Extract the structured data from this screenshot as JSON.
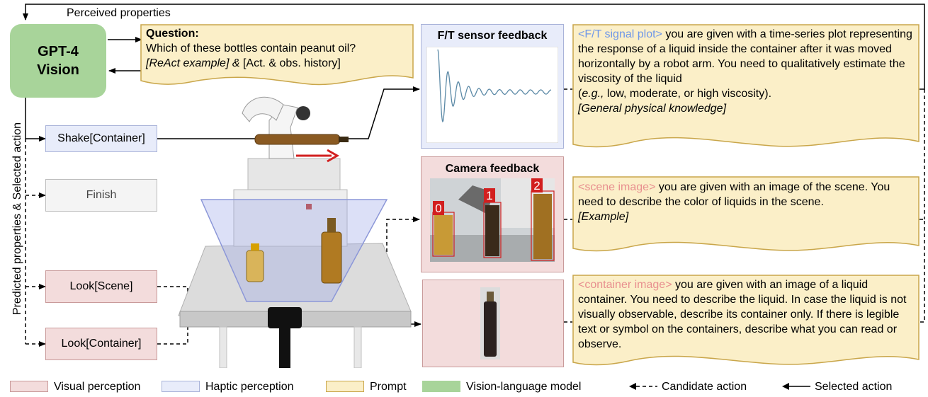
{
  "title_perceived": "Perceived properties",
  "vlm": {
    "line1": "GPT-4",
    "line2": "Vision"
  },
  "side_label": "Predicted properties & Selected action",
  "question": {
    "heading": "Question:",
    "text": "Which of these bottles contain peanut oil?",
    "example": "[ReAct example]",
    "amp": " & ",
    "history": "[Act. & obs. history]"
  },
  "actions": {
    "shake": "Shake[Container]",
    "finish": "Finish",
    "look_scene": "Look[Scene]",
    "look_container": "Look[Container]"
  },
  "panels": {
    "ft_title": "F/T sensor feedback",
    "camera_title": "Camera feedback",
    "bottle_labels": [
      "0",
      "1",
      "2"
    ]
  },
  "prompt_ft": {
    "tag": "<F/T signal plot>",
    "text": " you are given with a time-series plot representing the response of a liquid inside the container after it was moved horizontally by a robot arm. You need to qualitatively estimate the viscosity of the liquid",
    "eg": "e.g.,",
    "eg_rest": " low, moderate, or high viscosity).",
    "eg_open": "(",
    "knowledge": "[General physical knowledge]"
  },
  "prompt_scene": {
    "tag": "<scene image>",
    "text": " you are given with an image of the scene. You need to describe the color of liquids in the scene.",
    "example": "[Example]"
  },
  "prompt_container": {
    "tag": "<container image>",
    "text": " you are given with an image of a liquid container. You need to describe the liquid. In case the liquid is not visually observable, describe its container only. If there is legible text or symbol on the containers, describe what you can read or observe."
  },
  "legend": {
    "visual": "Visual perception",
    "haptic": "Haptic perception",
    "prompt": "Prompt",
    "vlm": "Vision-language model",
    "candidate": "Candidate action",
    "selected": "Selected action"
  },
  "colors": {
    "visual": "#f3dcdc",
    "haptic": "#e8ecfa",
    "prompt": "#fbefc8",
    "vlm": "#a8d49a",
    "signal": "#5b89a6"
  }
}
